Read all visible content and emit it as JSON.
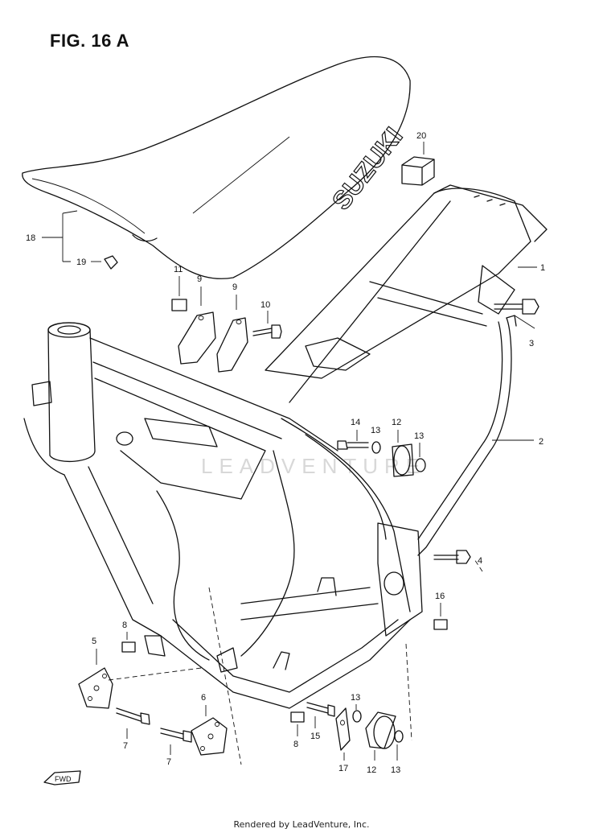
{
  "figure": {
    "title": "FIG. 16 A"
  },
  "seat": {
    "brand": "SUZUKI"
  },
  "watermark": "LEADVENTURE",
  "fwd_label": "FWD",
  "footer": "Rendered by LeadVenture, Inc.",
  "callouts": {
    "c1": "1",
    "c2": "2",
    "c3": "3",
    "c4": "4",
    "c5": "5",
    "c6": "6",
    "c7a": "7",
    "c7b": "7",
    "c8a": "8",
    "c8b": "8",
    "c9a": "9",
    "c9b": "9",
    "c10": "10",
    "c11": "11",
    "c12a": "12",
    "c12b": "12",
    "c13a": "13",
    "c13b": "13",
    "c13c": "13",
    "c13d": "13",
    "c14": "14",
    "c15": "15",
    "c16": "16",
    "c17": "17",
    "c18": "18",
    "c19": "19",
    "c20": "20"
  }
}
